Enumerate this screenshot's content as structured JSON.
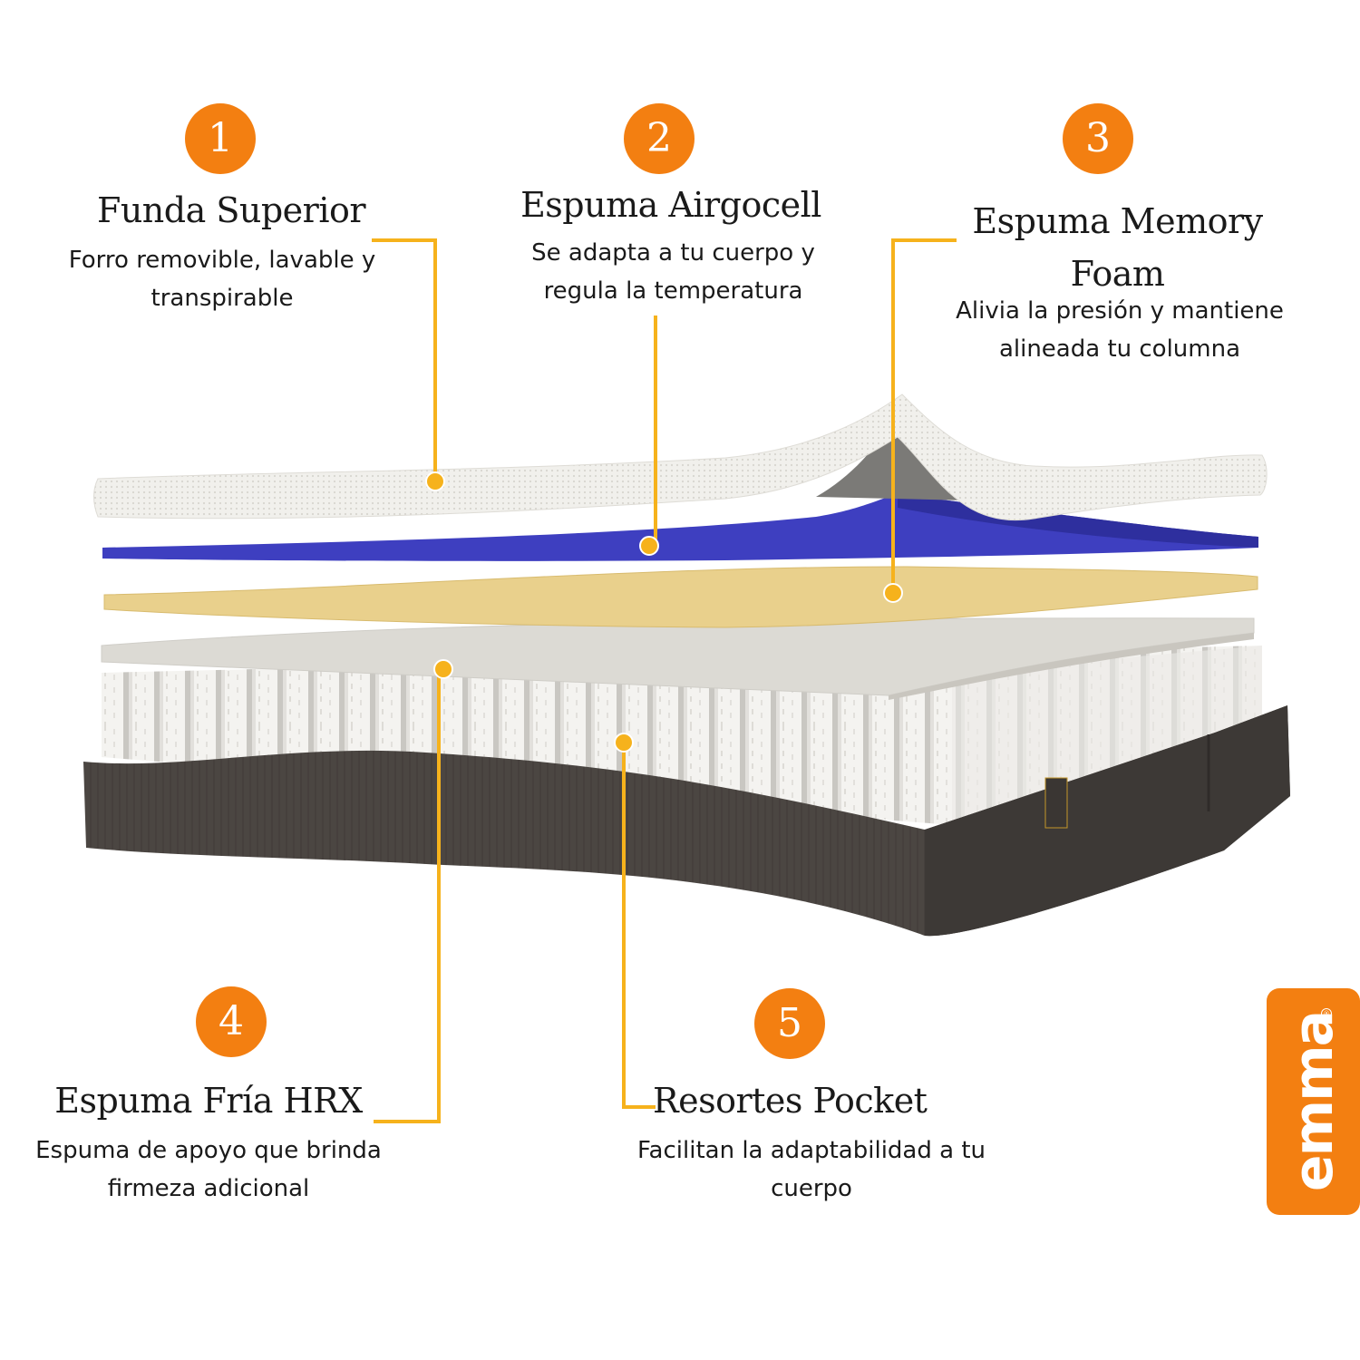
{
  "layers": [
    {
      "number": "1",
      "title": "Funda Superior",
      "description": "Forro removible, lavable y transpirable"
    },
    {
      "number": "2",
      "title": "Espuma Airgocell",
      "description": "Se adapta a tu cuerpo y regula la temperatura"
    },
    {
      "number": "3",
      "title": "Espuma Memory Foam",
      "description": "Alivia la presión y mantiene alineada tu columna"
    },
    {
      "number": "4",
      "title": "Espuma Fría HRX",
      "description": "Espuma de apoyo que brinda firmeza adicional"
    },
    {
      "number": "5",
      "title": "Resortes Pocket",
      "description": "Facilitan la adaptabilidad a tu cuerpo"
    }
  ],
  "brand": {
    "logo_text": "emma",
    "registered_mark": "®"
  },
  "colors": {
    "accent": "#f37f11",
    "leader_line": "#f6b21c",
    "cover": "#efeeea",
    "airgocell": "#3e3fc0",
    "memory_foam": "#e8cf8a",
    "hrx": "#dedcd6",
    "base": "#4a4541"
  },
  "icons": {
    "badge": "number-circle",
    "leader_dot": "orange-dot"
  }
}
